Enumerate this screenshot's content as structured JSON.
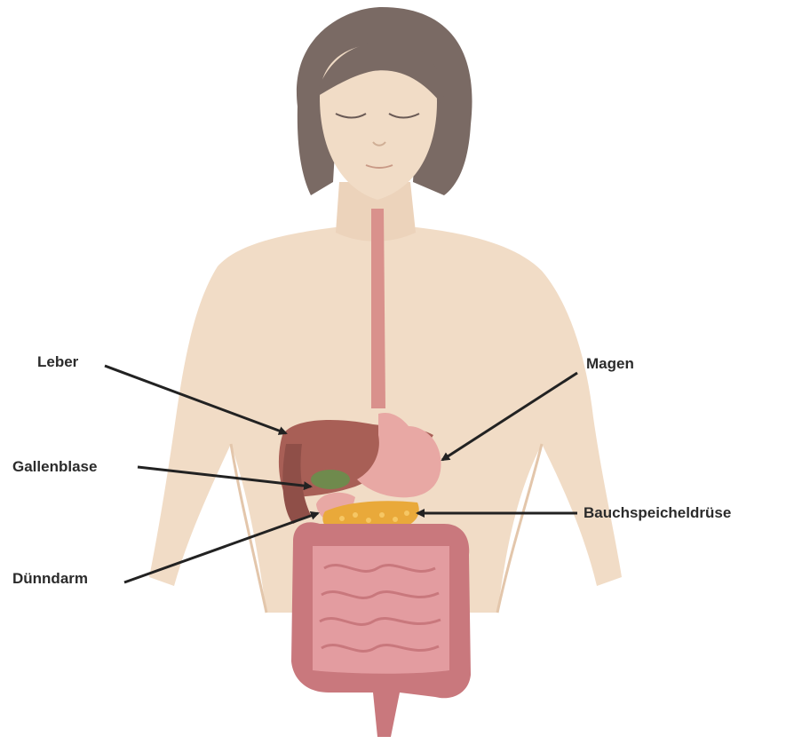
{
  "labels": {
    "leber": "Leber",
    "magen": "Magen",
    "gallenblase": "Gallenblase",
    "bauchspeicheldruese": "Bauchspeicheldrüse",
    "duenndarm": "Dünndarm"
  },
  "colors": {
    "skin": "#f1dcc6",
    "skin_shadow": "#e7ccb1",
    "hair": "#7a6a64",
    "esophagus": "#d9918c",
    "liver": "#a85f56",
    "stomach": "#e8a8a4",
    "gallbladder": "#6f8a4d",
    "pancreas": "#e9a93a",
    "intestine": "#d98d90",
    "colon": "#c9787d",
    "arrow": "#222222"
  }
}
